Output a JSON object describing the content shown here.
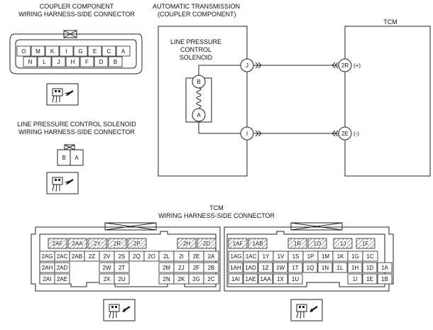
{
  "titles": {
    "coupler_title_1": "COUPLER COMPONENT",
    "coupler_title_2": "WIRING HARNESS-SIDE CONNECTOR",
    "lpcs_title_1": "LINE PRESSURE CONTROL SOLENOID",
    "lpcs_title_2": "WIRING HARNESS-SIDE CONNECTOR",
    "at_title_1": "AUTOMATIC TRANSMISSION",
    "at_title_2": "(COUPLER COMPONENT)",
    "tcm_label": "TCM",
    "tcm_conn_title_1": "TCM",
    "tcm_conn_title_2": "WIRING HARNESS-SIDE CONNECTOR"
  },
  "coupler_connector": {
    "top_row": [
      "O",
      "M",
      "K",
      "I",
      "G",
      "E",
      "C",
      "A"
    ],
    "bottom_row": [
      "N",
      "L",
      "J",
      "H",
      "F",
      "D",
      "B"
    ]
  },
  "lpcs_connector": {
    "pins": [
      "B",
      "A"
    ]
  },
  "schematic": {
    "solenoid_label_1": "LINE PRESSURE",
    "solenoid_label_2": "CONTROL",
    "solenoid_label_3": "SOLENOID",
    "pin_j": "J",
    "pin_i": "I",
    "coil_top": "B",
    "coil_bottom": "A",
    "tcm_pin_top": "2R",
    "tcm_pin_top_polarity": "(+)",
    "tcm_pin_bottom": "2E",
    "tcm_pin_bottom_polarity": "(-)"
  },
  "tcm_connector_left": {
    "row1": [
      "2AF",
      "2AA",
      "2Y",
      "2R",
      "2P",
      "2H",
      "2D"
    ],
    "row2": [
      "2AG",
      "2AC",
      "2AB",
      "2Z",
      "2V",
      "2S",
      "2Q",
      "2O",
      "2L",
      "2I",
      "2E",
      "2A"
    ],
    "row3": [
      "2AH",
      "2AD",
      "2W",
      "2T",
      "2M",
      "2J",
      "2F",
      "2B"
    ],
    "row4": [
      "2AI",
      "2AE",
      "2X",
      "2U",
      "2N",
      "2K",
      "2G",
      "2C"
    ]
  },
  "tcm_connector_right": {
    "row1": [
      "1AF",
      "1AB",
      "1R",
      "1O",
      "1J",
      "1F"
    ],
    "row2": [
      "1AG",
      "1AC",
      "1Y",
      "1V",
      "1S",
      "1P",
      "1M",
      "1K",
      "1G",
      "1C"
    ],
    "row3": [
      "1AH",
      "1AD",
      "1Z",
      "1W",
      "1T",
      "1Q",
      "1N",
      "1L",
      "1H",
      "1D",
      "1A"
    ],
    "row4": [
      "1AI",
      "1AE",
      "1AA",
      "1X",
      "1U",
      "1I",
      "1E",
      "1B"
    ]
  }
}
